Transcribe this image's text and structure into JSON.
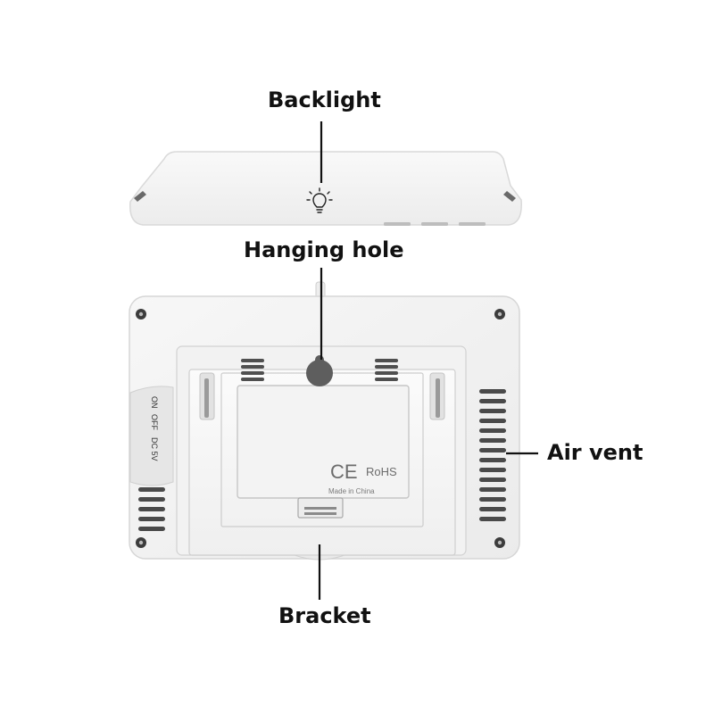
{
  "callouts": {
    "backlight": "Backlight",
    "hanging_hole": "Hanging hole",
    "air_vent": "Air vent",
    "bracket": "Bracket"
  },
  "device": {
    "switch_on": "ON",
    "switch_off": "OFF",
    "power_input": "DC 5V",
    "ce_mark": "CE",
    "rohs_mark": "RoHS",
    "origin": "Made in China"
  },
  "colors": {
    "body": "#f4f4f4",
    "shadow": "#d6d6d6",
    "slot": "#5a5a5a",
    "text": "#111111"
  },
  "icons": [
    "lightbulb-icon",
    "screw-icon"
  ]
}
